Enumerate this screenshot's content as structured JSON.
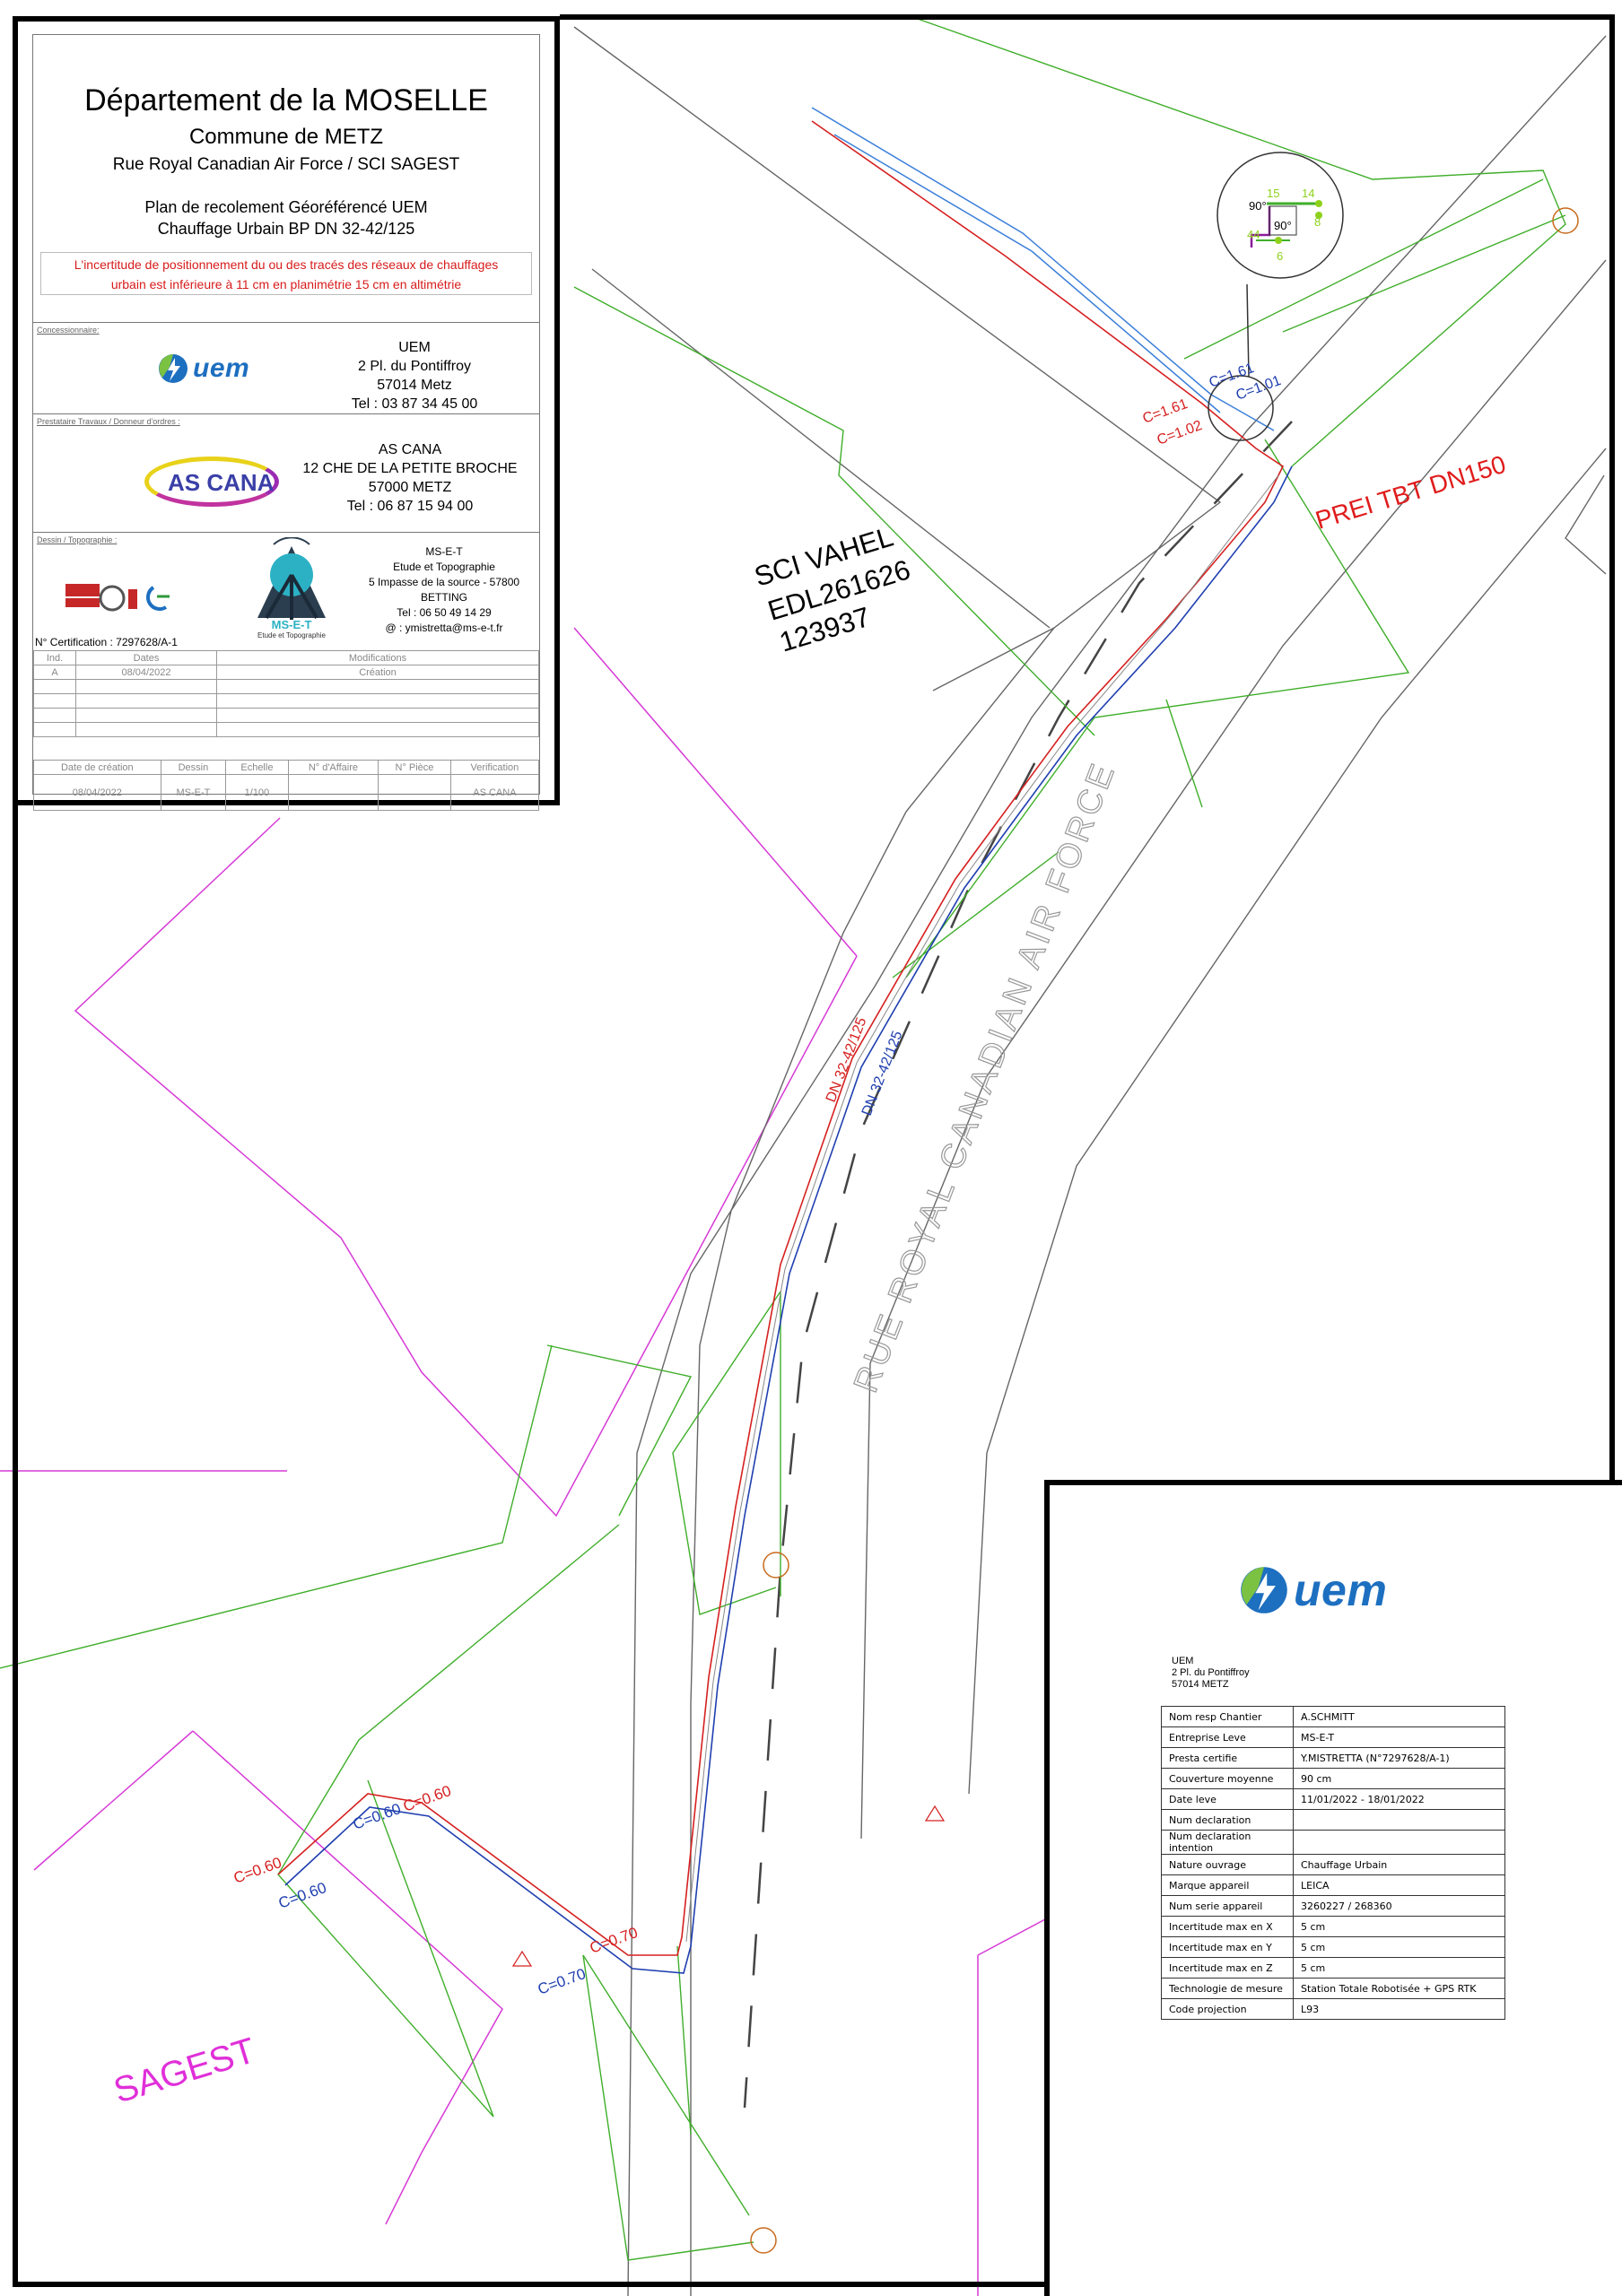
{
  "title_block": {
    "department": "Département de la MOSELLE",
    "commune": "Commune de METZ",
    "street": "Rue Royal Canadian Air Force / SCI SAGEST",
    "plan_line1": "Plan de recolement Géoréférencé UEM",
    "plan_line2": "Chauffage Urbain BP DN 32-42/125",
    "uncertainty_line1": "L'incertitude de positionnement du ou des tracés des réseaux de chauffages",
    "uncertainty_line2": "urbain est inférieure à 11 cm en planimétrie 15 cm en altimétrie",
    "concessionnaire_label": "Concessionnaire:",
    "uem_logo_text": "uem",
    "uem_name": "UEM",
    "uem_addr1": "2 Pl. du Pontiffroy",
    "uem_addr2": "57014 Metz",
    "uem_tel": "Tel : 03 87 34 45 00",
    "prestataire_label": "Prestataire Travaux / Donneur d'ordres :",
    "ascana_logo_text": "AS CANA",
    "ascana_name": "AS CANA",
    "ascana_addr1": "12 CHE DE LA PETITE BROCHE",
    "ascana_addr2": "57000 METZ",
    "ascana_tel": "Tel : 06 87 15 94 00",
    "dessin_label": "Dessin / Topographie :",
    "mset_logo_text": "MS-E-T",
    "mset_logo_sub": "Etude et Topographie",
    "mset_name": "MS-E-T",
    "mset_desc": "Etude et Topographie",
    "mset_addr": "5 Impasse de la source - 57800 BETTING",
    "mset_tel": "Tel : 06 50 49 14 29",
    "mset_email": "@ : ymistretta@ms-e-t.fr",
    "certification": "N° Certification : 7297628/A-1",
    "rev_headers": [
      "Ind.",
      "Dates",
      "Modifications"
    ],
    "rev_row": [
      "A",
      "08/04/2022",
      "Création"
    ],
    "footer_headers": [
      "Date de création",
      "Dessin",
      "Echelle",
      "N° d'Affaire",
      "N° Pièce",
      "Verification"
    ],
    "footer_values": [
      "08/04/2022",
      "MS-E-T",
      "1/100",
      "",
      "",
      "AS CANA"
    ]
  },
  "map_labels": {
    "parcel_name": "SCI VAHEL",
    "parcel_ref": "EDL261626",
    "parcel_num": "123937",
    "prei": "PREI TBT DN150",
    "street": "RUE ROYAL CANADIAN AIR FORCE",
    "dn_red": "DN 32-42/125",
    "dn_blue": "DN 32-42/125",
    "sagest": "SAGEST",
    "c161_red": "C=1.61",
    "c161_blue": "C=1.61",
    "c102_red": "C=1.02",
    "c101_blue": "C=1.01",
    "c060_red_a": "C=0.60",
    "c060_blue_a": "C=0.60",
    "c060_red_b": "C=0.60",
    "c060_blue_b": "C=0.60",
    "c070_red": "C=0.70",
    "c070_blue": "C=0.70",
    "detail_90a": "90°",
    "detail_90b": "90°",
    "detail_15": "15",
    "detail_14": "14",
    "detail_8": "8",
    "detail_44": "44",
    "detail_6": "6"
  },
  "info_block": {
    "logo_text": "uem",
    "addr_name": "UEM",
    "addr_line1": "2 Pl. du Pontiffroy",
    "addr_line2": "57014 METZ",
    "rows": [
      {
        "key": "Nom resp Chantier",
        "value": "A.SCHMITT"
      },
      {
        "key": "Entreprise Leve",
        "value": "MS-E-T"
      },
      {
        "key": "Presta certifie",
        "value": "Y.MISTRETTA (N°7297628/A-1)"
      },
      {
        "key": "Couverture moyenne",
        "value": "90 cm"
      },
      {
        "key": "Date leve",
        "value": "11/01/2022 - 18/01/2022"
      },
      {
        "key": "Num declaration",
        "value": ""
      },
      {
        "key": "Num declaration intention",
        "value": ""
      },
      {
        "key": "Nature ouvrage",
        "value": "Chauffage Urbain"
      },
      {
        "key": "Marque appareil",
        "value": "LEICA"
      },
      {
        "key": "Num serie appareil",
        "value": "3260227 / 268360"
      },
      {
        "key": "Incertitude max en X",
        "value": "5 cm"
      },
      {
        "key": "Incertitude max en Y",
        "value": "5 cm"
      },
      {
        "key": "Incertitude max en Z",
        "value": "5 cm"
      },
      {
        "key": "Technologie de mesure",
        "value": "Station Totale Robotisée + GPS RTK"
      },
      {
        "key": "Code projection",
        "value": "L93"
      }
    ]
  },
  "colors": {
    "frame": "#000000",
    "parcel": "#d63ad6",
    "road": "#555555",
    "survey": "#3fae2a",
    "pipe_red": "#d62020",
    "pipe_blue": "#1f3fb0",
    "blue_line": "#3b7fd9",
    "sagest": "#e02fd9"
  }
}
